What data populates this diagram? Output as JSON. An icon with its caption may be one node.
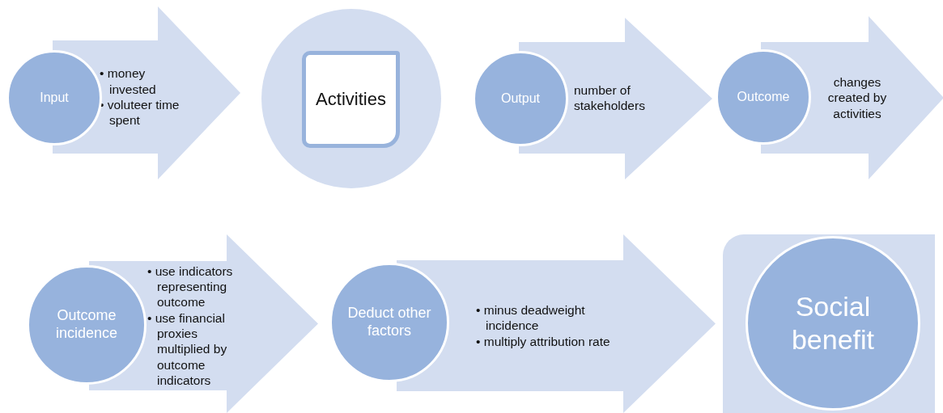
{
  "diagram": {
    "nodes": [
      {
        "text": [
          "• money invested",
          "• voluteer time spent"
        ]
      },
      {
        "text": [
          "Input"
        ]
      },
      {
        "text": [],
        "shape": "circle"
      },
      {
        "text": [
          "Activities"
        ],
        "in": 2
      },
      {
        "text": [
          "number of stakeholders"
        ]
      },
      {
        "text": [
          "Output"
        ]
      },
      {
        "text": [
          "changes created by activities"
        ]
      },
      {
        "text": [
          "Outcome"
        ]
      },
      {
        "text": [
          "• use indicators representing outcome",
          "• use financial proxies multiplied by outcome indicators"
        ]
      },
      {
        "text": [
          "Outcome incidence"
        ]
      },
      {
        "text": [
          "• minus deadweight incidence",
          "• multiply attribution rate"
        ]
      },
      {
        "text": [
          "Deduct other factors"
        ]
      },
      {
        "text": [],
        "shape": "box"
      },
      {
        "text": [
          "Social benefit"
        ],
        "in": 12
      }
    ]
  }
}
